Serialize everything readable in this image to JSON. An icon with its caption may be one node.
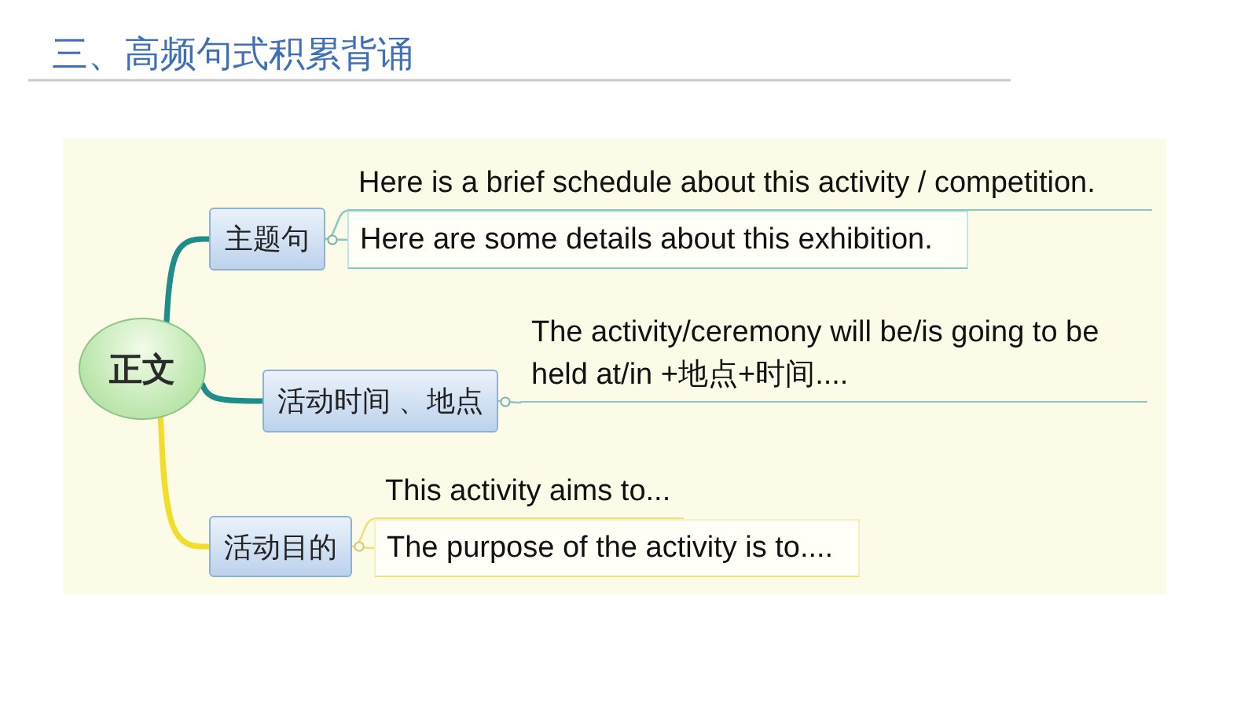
{
  "diagram": {
    "title": "三、高频句式积累背诵",
    "nodes": [
      {
        "text": [
          "正文"
        ]
      },
      {
        "text": [
          "主题句"
        ]
      },
      {
        "text": [
          "Here is a brief schedule about this activity / competition."
        ]
      },
      {
        "text": [
          "Here are some details about this exhibition."
        ]
      },
      {
        "text": [
          "活动时间 、地点"
        ]
      },
      {
        "text": [
          "The activity/ceremony will be/is going to be held at/in +地点+时间...."
        ]
      },
      {
        "text": [
          "活动目的"
        ]
      },
      {
        "text": [
          "This activity aims to..."
        ]
      },
      {
        "text": [
          "The purpose of the activity is to...."
        ]
      }
    ],
    "edges": [
      {
        "from": 0,
        "to": 1,
        "arrow": "none",
        "style": "thick",
        "color": "#1f8d8a"
      },
      {
        "from": 0,
        "to": 4,
        "arrow": "none",
        "style": "thick",
        "color": "#1f8d8a"
      },
      {
        "from": 0,
        "to": 6,
        "arrow": "none",
        "style": "thick",
        "color": "#f2dc2c"
      },
      {
        "from": 1,
        "to": 2,
        "arrow": "none"
      },
      {
        "from": 1,
        "to": 3,
        "arrow": "none"
      },
      {
        "from": 4,
        "to": 5,
        "arrow": "none"
      },
      {
        "from": 6,
        "to": 7,
        "arrow": "none",
        "color": "#ece07f"
      },
      {
        "from": 6,
        "to": 8,
        "arrow": "none",
        "color": "#ece07f"
      }
    ]
  }
}
